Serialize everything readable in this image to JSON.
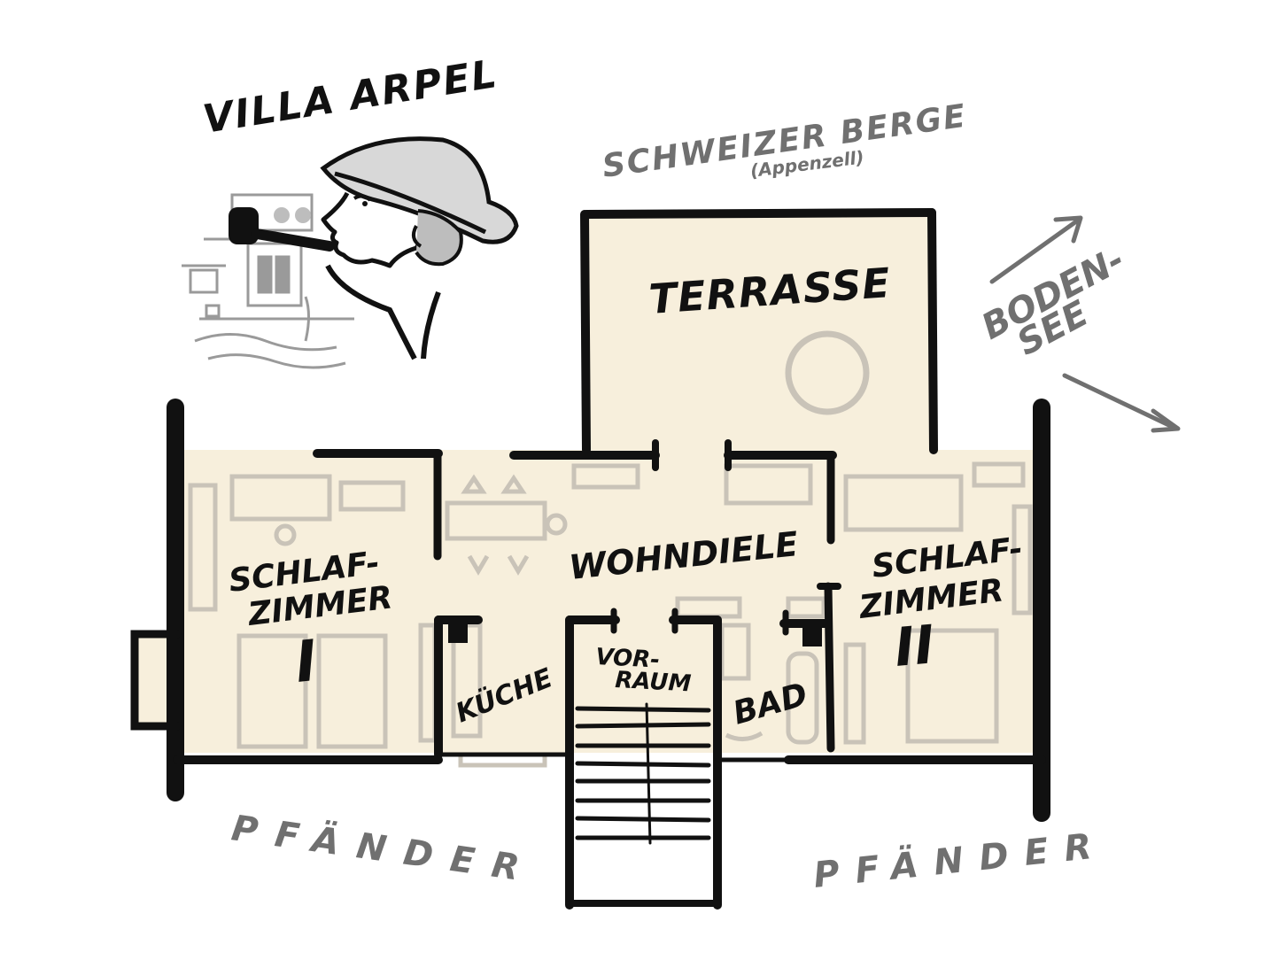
{
  "title": "VILLA ARPEL",
  "north": {
    "line1": "SCHWEIZER BERGE",
    "line2": "(Appenzell)"
  },
  "lake": {
    "line1": "BODEN-",
    "line2": "SEE"
  },
  "south_left": "PFÄNDER",
  "south_right": "PFÄNDER",
  "rooms": {
    "terrace": "TERRASSE",
    "living": "WOHNDIELE",
    "bedroom1_l1": "SCHLAF-",
    "bedroom1_l2": "ZIMMER",
    "bedroom1_num": "I",
    "bedroom2_l1": "SCHLAF-",
    "bedroom2_l2": "ZIMMER",
    "bedroom2_num": "II",
    "kitchen": "KÜCHE",
    "hall_l1": "VOR-",
    "hall_l2": "RAUM",
    "bath": "BAD"
  },
  "colors": {
    "floor": "#f7efdc",
    "wall": "#111111",
    "furniture": "#c9c3b8",
    "annotation": "#707070"
  }
}
